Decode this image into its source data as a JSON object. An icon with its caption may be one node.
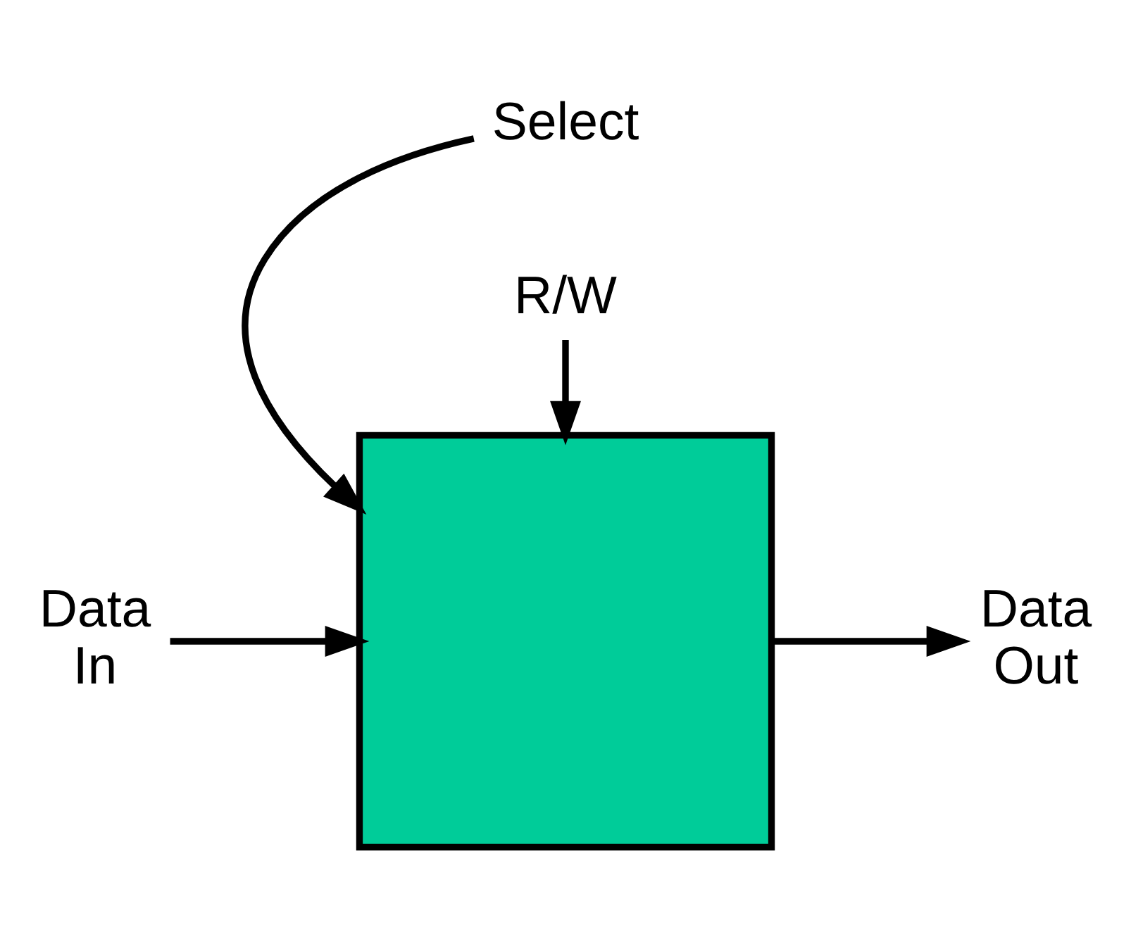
{
  "diagram": {
    "nodes": [
      {
        "text": [
          "Select"
        ]
      },
      {
        "text": [
          "Data In"
        ]
      },
      {
        "text": [],
        "shape": "box"
      },
      {
        "text": [
          "Data Out"
        ]
      },
      {
        "text": [
          "R/W"
        ]
      }
    ],
    "edges": [
      {
        "from": 0,
        "to": 2,
        "arrow": "to"
      },
      {
        "from": 1,
        "to": 2,
        "arrow": "to"
      },
      {
        "from": 2,
        "to": 3,
        "arrow": "to"
      },
      {
        "from": 4,
        "to": 2,
        "arrow": "to"
      }
    ]
  }
}
